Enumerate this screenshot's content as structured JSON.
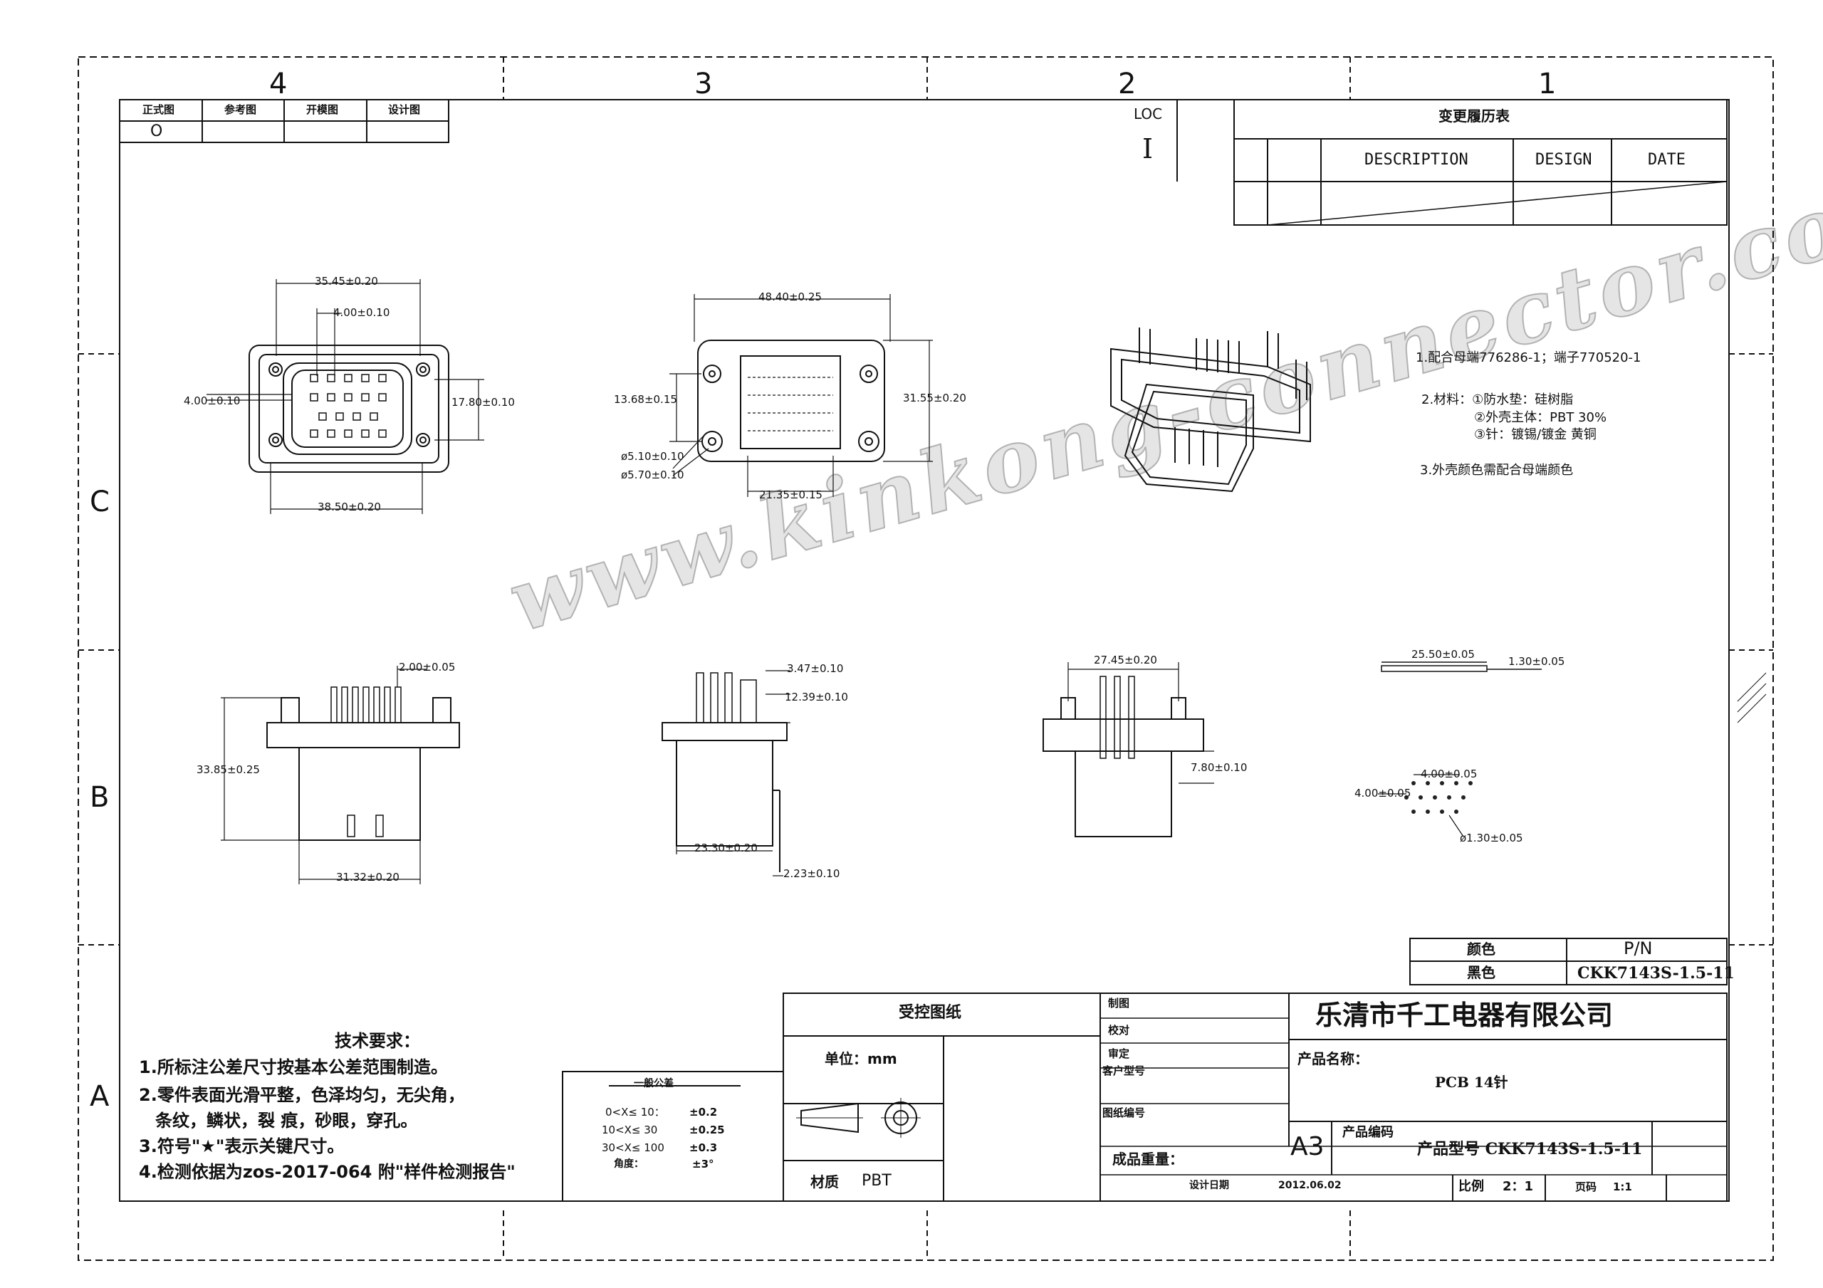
{
  "zones": {
    "col": [
      "4",
      "3",
      "2",
      "1"
    ],
    "row": [
      "C",
      "B",
      "A"
    ]
  },
  "doc_type": {
    "headers": [
      "正式图",
      "参考图",
      "开模图",
      "设计图"
    ],
    "mark": "O"
  },
  "loc": {
    "label": "LOC",
    "value": "I"
  },
  "revision": {
    "title": "变更履历表",
    "cols": [
      "DESCRIPTION",
      "DESIGN",
      "DATE"
    ]
  },
  "notes": [
    "1.配合母端776286-1；端子770520-1",
    "2.材料：①防水垫：硅树脂",
    "②外壳主体：PBT 30%",
    "③针：镀锡/镀金 黄铜",
    "3.外壳颜色需配合母端颜色"
  ],
  "dims": {
    "front_w": "35.45±0.20",
    "front_pitch": "4.00±0.10",
    "front_left": "4.00±0.10",
    "front_h": "17.80±0.10",
    "front_bottom": "38.50±0.20",
    "top_w": "48.40±0.25",
    "top_h1": "13.68±0.15",
    "top_h2": "31.55±0.20",
    "top_hole1": "ø5.10±0.10",
    "top_hole2": "ø5.70±0.10",
    "top_bottom": "21.35±0.15",
    "side_pin": "2.00±0.05",
    "side_h": "33.85±0.25",
    "side_bottom": "31.32±0.20",
    "side2_top": "3.47±0.10",
    "side2_h": "12.39±0.10",
    "side2_bottom": "23.30±0.20",
    "side2_corner": "2.23±0.10",
    "back_w": "27.45±0.20",
    "back_h": "7.80±0.10",
    "pin_len": "25.50±0.05",
    "pin_d": "1.30±0.05",
    "grid_pitch": "4.00±0.05",
    "grid_left": "4.00±0.05",
    "grid_hole": "ø1.30±0.05"
  },
  "watermark": "www.kinkong-connector.com",
  "color_table": {
    "h1": "颜色",
    "h2": "P/N",
    "v1": "黑色",
    "v2": "CKK7143S-1.5-11"
  },
  "tech": {
    "title": "技术要求：",
    "lines": [
      "1.所标注公差尺寸按基本公差范围制造。",
      "2.零件表面光滑平整，色泽均匀，无尖角，",
      "条纹，鳞状，裂    痕，砂眼，穿孔。",
      "3.符号\"★\"表示关键尺寸。",
      "4.检测依据为zos-2017-064  附\"样件检测报告\""
    ]
  },
  "tolerance": {
    "title": "一般公差",
    "rows": [
      [
        "0<X≤ 10：",
        "±0.2"
      ],
      [
        "10<X≤ 30",
        "±0.25"
      ],
      [
        "30<X≤ 100",
        "±0.3"
      ],
      [
        "角度：",
        "±3°"
      ]
    ]
  },
  "title_block": {
    "controlled": "受控图纸",
    "unit_label": "单位：mm",
    "material_label": "材质",
    "material": "PBT",
    "roles": [
      "制图",
      "校对",
      "审定",
      "客户型号",
      "图纸编号"
    ],
    "weight_label": "成品重量：",
    "date_label": "设计日期",
    "date": "2012.06.02",
    "company": "乐清市千工电器有限公司",
    "product_name_label": "产品名称：",
    "product_name": "PCB 14针",
    "size": "A3",
    "code_label": "产品编码",
    "model": "产品型号 CKK7143S-1.5-11",
    "scale_label": "比例",
    "scale": "2：1",
    "page_label": "页码",
    "page": "1:1"
  }
}
